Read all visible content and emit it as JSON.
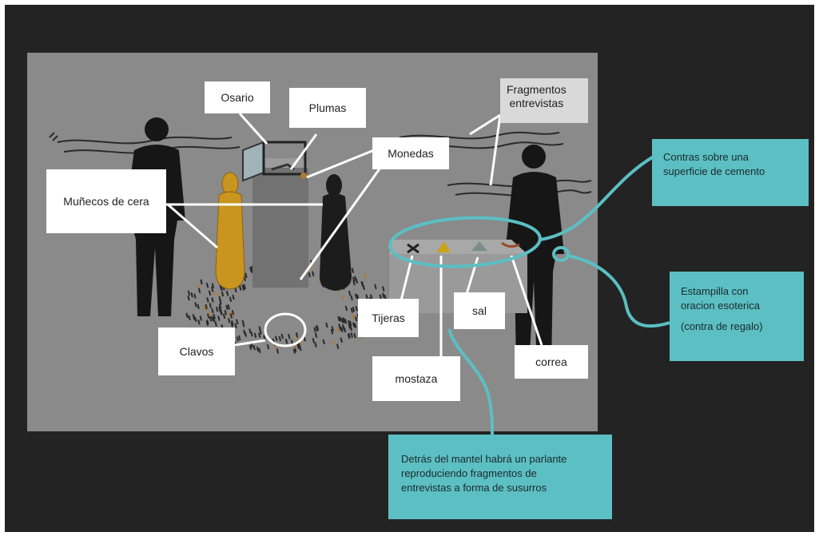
{
  "labels": {
    "osario": "Osario",
    "plumas": "Plumas",
    "fragmentos": [
      "Fragmentos",
      "entrevistas"
    ],
    "monedas": "Monedas",
    "munecos": "Muñecos de cera",
    "clavos": "Clavos",
    "tijeras": "Tijeras",
    "sal": "sal",
    "mostaza": "mostaza",
    "correa": "correa"
  },
  "notes": {
    "contras": [
      "Contras sobre una",
      "superficie de cemento"
    ],
    "estampilla": [
      "Estampilla con",
      "oracion esoterica",
      "(contra de regalo)"
    ],
    "detras": [
      "Detrás del mantel habrá un parlante",
      "reproduciendo fragmentos de",
      "entrevistas a forma de susurros"
    ]
  },
  "colors": {
    "frame": "#232323",
    "scene": "#8a8a8a",
    "note": "#5bbfc3",
    "wax_figure": "#c9951e",
    "dark_figure": "#1c1c1c"
  }
}
